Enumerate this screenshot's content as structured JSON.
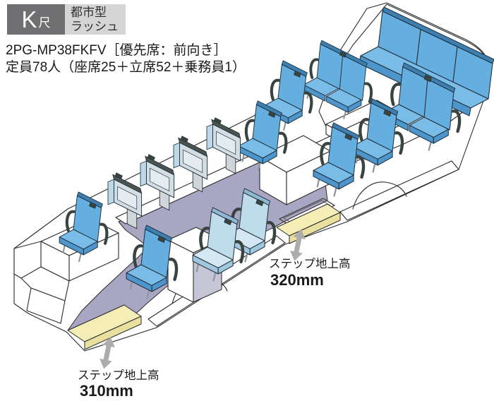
{
  "header": {
    "size_class": "K",
    "size_unit": "尺",
    "category_line1": "都市型",
    "category_line2": "ラッシュ",
    "model_code": "2PG-MP38FKFV［優先席：前向き］",
    "capacity": "定員78人（座席25＋立席52＋乗務員1）"
  },
  "steps": {
    "middle_door": {
      "label": "ステップ地上高",
      "height": "320mm"
    },
    "front_door": {
      "label": "ステップ地上高",
      "height": "310mm"
    }
  },
  "colors": {
    "seat_blue": "#64aee0",
    "priority_seat_light_blue": "#bfdceb",
    "folded_seat_gray": "#d3dee4",
    "floor_purple": "#a8a6c3",
    "step_yellow": "#f4eeb6",
    "step_yellow_side": "#e9e0a0",
    "arrow_gray": "#acacac",
    "tag_dark_gray": "#6f6f71",
    "tag_light_gray": "#d5d5d6"
  }
}
